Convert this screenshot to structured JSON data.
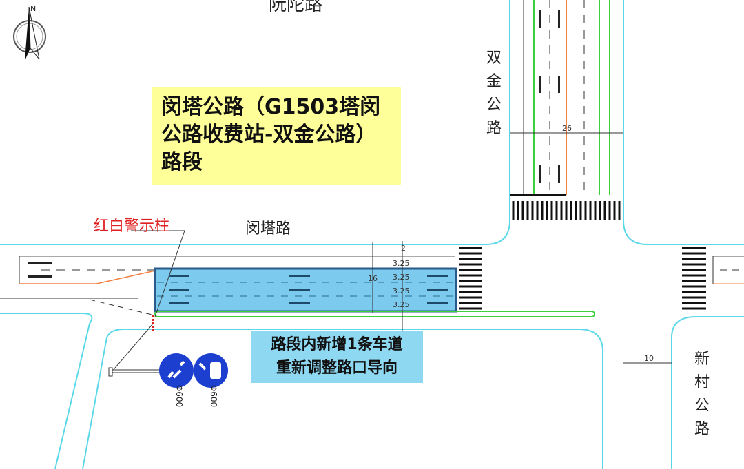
{
  "top_road_partial": "阮陀路",
  "compass_label": "N",
  "title_box": "闵塔公路（G1503塔闵公路收费站-双金公路）路段",
  "road_mintalu": "闵塔路",
  "road_shuangjin": [
    "双",
    "金",
    "公",
    "路"
  ],
  "road_xincun": [
    "新",
    "村",
    "公",
    "路"
  ],
  "warning_post_label": "红白警示柱",
  "note_lines": [
    "路段内新增1条车道",
    "重新调整路口导向"
  ],
  "dimensions": {
    "shuangjin_width": "26",
    "xincun_width": "10",
    "total_width": "16",
    "lanes": [
      "3.25",
      "3.25",
      "3.25",
      "3.25"
    ],
    "side": "2"
  },
  "signs": [
    {
      "icon": "non-motor-keep-left-sign",
      "size": "Φ600"
    },
    {
      "icon": "motor-vehicle-keep-left-sign",
      "size": "Φ600"
    }
  ],
  "colors": {
    "highlight": "#7ccbee",
    "title_bg": "#ffff99",
    "road_edge": "#5ad8e8",
    "sign_blue": "#1d3fd0",
    "green_line": "#3cd13c"
  }
}
